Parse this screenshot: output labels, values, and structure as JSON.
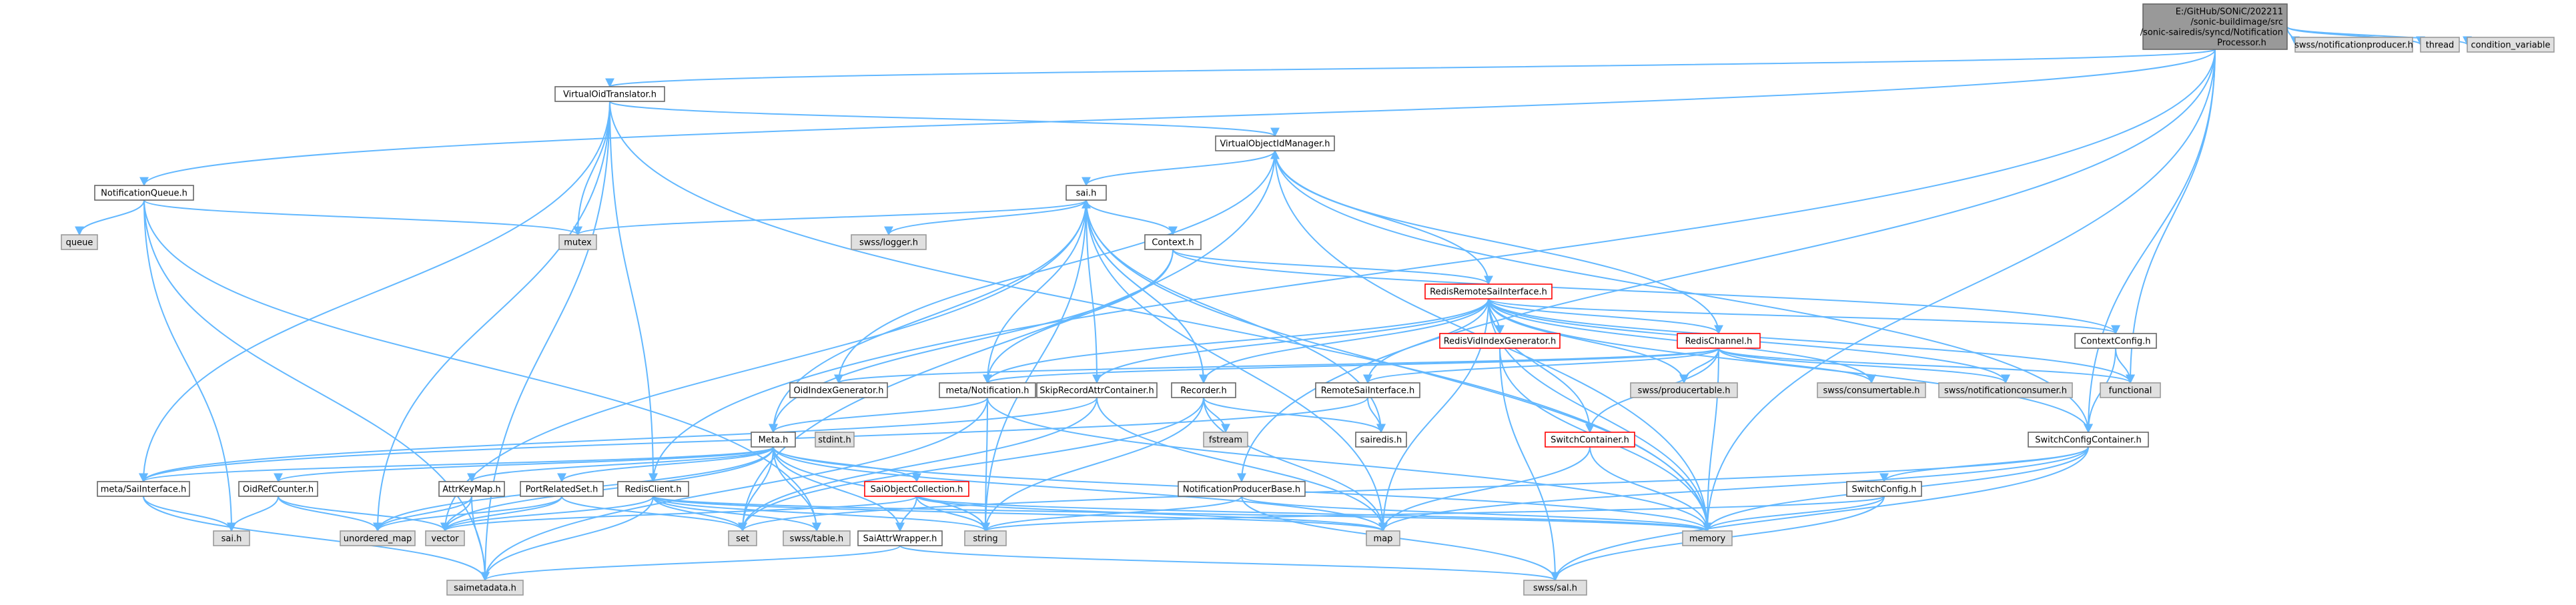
{
  "colors": {
    "edge": "#63b8ff",
    "node_border": "#666666",
    "node_fill": "#ffffff",
    "external_fill": "#e0e0e0",
    "incomplete_border": "#ff0000",
    "root_fill": "#999999"
  },
  "nodes": [
    {
      "id": "root",
      "kind": "root",
      "lines": [
        "E:/GitHub/SONiC/202211",
        "/sonic-buildimage/src",
        "/sonic-sairedis/syncd/Notification",
        "Processor.h"
      ]
    },
    {
      "id": "swss_notificationproducer",
      "kind": "ext",
      "lines": [
        "swss/notificationproducer.h"
      ]
    },
    {
      "id": "thread",
      "kind": "ext",
      "lines": [
        "thread"
      ]
    },
    {
      "id": "condition_variable",
      "kind": "ext",
      "lines": [
        "condition_variable"
      ]
    },
    {
      "id": "virtualoidtranslator",
      "kind": "std",
      "lines": [
        "VirtualOidTranslator.h"
      ]
    },
    {
      "id": "virtualobjectidmanager",
      "kind": "std",
      "lines": [
        "VirtualObjectIdManager.h"
      ]
    },
    {
      "id": "notificationqueue",
      "kind": "std",
      "lines": [
        "NotificationQueue.h"
      ]
    },
    {
      "id": "queue",
      "kind": "ext",
      "lines": [
        "queue"
      ]
    },
    {
      "id": "mutex",
      "kind": "ext",
      "lines": [
        "mutex"
      ]
    },
    {
      "id": "sai_main",
      "kind": "std",
      "lines": [
        "sai.h"
      ]
    },
    {
      "id": "swss_logger",
      "kind": "ext",
      "lines": [
        "swss/logger.h"
      ]
    },
    {
      "id": "context",
      "kind": "std",
      "lines": [
        "Context.h"
      ]
    },
    {
      "id": "redisremotesaiinterface",
      "kind": "red",
      "lines": [
        "RedisRemoteSaiInterface.h"
      ]
    },
    {
      "id": "redisvidindexgenerator",
      "kind": "red",
      "lines": [
        "RedisVidIndexGenerator.h"
      ]
    },
    {
      "id": "redischannel",
      "kind": "red",
      "lines": [
        "RedisChannel.h"
      ]
    },
    {
      "id": "contextconfig",
      "kind": "std",
      "lines": [
        "ContextConfig.h"
      ]
    },
    {
      "id": "functional",
      "kind": "ext",
      "lines": [
        "functional"
      ]
    },
    {
      "id": "swss_producertable",
      "kind": "ext",
      "lines": [
        "swss/producertable.h"
      ]
    },
    {
      "id": "swss_consumertable",
      "kind": "ext",
      "lines": [
        "swss/consumertable.h"
      ]
    },
    {
      "id": "swss_notificationconsumer",
      "kind": "ext",
      "lines": [
        "swss/notificationconsumer.h"
      ]
    },
    {
      "id": "oidindexgenerator",
      "kind": "std",
      "lines": [
        "OidIndexGenerator.h"
      ]
    },
    {
      "id": "meta_notification",
      "kind": "std",
      "lines": [
        "meta/Notification.h"
      ]
    },
    {
      "id": "skiprecordattrcontainer",
      "kind": "std",
      "lines": [
        "SkipRecordAttrContainer.h"
      ]
    },
    {
      "id": "recorder",
      "kind": "std",
      "lines": [
        "Recorder.h"
      ]
    },
    {
      "id": "remotesaiinterface",
      "kind": "std",
      "lines": [
        "RemoteSaiInterface.h"
      ]
    },
    {
      "id": "switchcontainer",
      "kind": "red",
      "lines": [
        "SwitchContainer.h"
      ]
    },
    {
      "id": "stdint",
      "kind": "ext",
      "lines": [
        "stdint.h"
      ]
    },
    {
      "id": "fstream",
      "kind": "ext",
      "lines": [
        "fstream"
      ]
    },
    {
      "id": "sairedis",
      "kind": "std",
      "lines": [
        "sairedis.h"
      ]
    },
    {
      "id": "switchconfigcontainer",
      "kind": "std",
      "lines": [
        "SwitchConfigContainer.h"
      ]
    },
    {
      "id": "meta",
      "kind": "std",
      "lines": [
        "Meta.h"
      ]
    },
    {
      "id": "meta_saiinterface",
      "kind": "std",
      "lines": [
        "meta/SaiInterface.h"
      ]
    },
    {
      "id": "oidrefcounter",
      "kind": "std",
      "lines": [
        "OidRefCounter.h"
      ]
    },
    {
      "id": "attrkeymap",
      "kind": "std",
      "lines": [
        "AttrKeyMap.h"
      ]
    },
    {
      "id": "portrelatedset",
      "kind": "std",
      "lines": [
        "PortRelatedSet.h"
      ]
    },
    {
      "id": "redisclient",
      "kind": "std",
      "lines": [
        "RedisClient.h"
      ]
    },
    {
      "id": "saiobjectcollection",
      "kind": "red",
      "lines": [
        "SaiObjectCollection.h"
      ]
    },
    {
      "id": "notificationproducerbase",
      "kind": "std",
      "lines": [
        "NotificationProducerBase.h"
      ]
    },
    {
      "id": "switchconfig",
      "kind": "std",
      "lines": [
        "SwitchConfig.h"
      ]
    },
    {
      "id": "sai_leaf",
      "kind": "ext",
      "lines": [
        "sai.h"
      ]
    },
    {
      "id": "unordered_map",
      "kind": "ext",
      "lines": [
        "unordered_map"
      ]
    },
    {
      "id": "vector",
      "kind": "ext",
      "lines": [
        "vector"
      ]
    },
    {
      "id": "set",
      "kind": "ext",
      "lines": [
        "set"
      ]
    },
    {
      "id": "swss_table",
      "kind": "ext",
      "lines": [
        "swss/table.h"
      ]
    },
    {
      "id": "string",
      "kind": "ext",
      "lines": [
        "string"
      ]
    },
    {
      "id": "map",
      "kind": "ext",
      "lines": [
        "map"
      ]
    },
    {
      "id": "memory",
      "kind": "ext",
      "lines": [
        "memory"
      ]
    },
    {
      "id": "saiattrwrapper",
      "kind": "std",
      "lines": [
        "SaiAttrWrapper.h"
      ]
    },
    {
      "id": "saimetadata",
      "kind": "ext",
      "lines": [
        "saimetadata.h"
      ]
    },
    {
      "id": "swss_sal",
      "kind": "ext",
      "lines": [
        "swss/sal.h"
      ]
    }
  ],
  "edges": [
    [
      "root",
      "swss_notificationproducer"
    ],
    [
      "root",
      "thread"
    ],
    [
      "root",
      "condition_variable"
    ],
    [
      "root",
      "virtualoidtranslator"
    ],
    [
      "root",
      "notificationqueue"
    ],
    [
      "root",
      "functional"
    ],
    [
      "root",
      "notificationproducerbase"
    ],
    [
      "root",
      "memory"
    ],
    [
      "root",
      "switchconfigcontainer"
    ],
    [
      "root",
      "redisclient"
    ],
    [
      "virtualoidtranslator",
      "virtualobjectidmanager"
    ],
    [
      "virtualoidtranslator",
      "mutex"
    ],
    [
      "virtualoidtranslator",
      "redisclient"
    ],
    [
      "virtualoidtranslator",
      "meta_saiinterface"
    ],
    [
      "virtualoidtranslator",
      "unordered_map"
    ],
    [
      "virtualoidtranslator",
      "memory"
    ],
    [
      "virtualoidtranslator",
      "saimetadata"
    ],
    [
      "virtualobjectidmanager",
      "sai_main"
    ],
    [
      "virtualobjectidmanager",
      "oidindexgenerator"
    ],
    [
      "virtualobjectidmanager",
      "switchconfigcontainer"
    ],
    [
      "virtualobjectidmanager",
      "set"
    ],
    [
      "virtualobjectidmanager",
      "memory"
    ],
    [
      "notificationqueue",
      "queue"
    ],
    [
      "notificationqueue",
      "mutex"
    ],
    [
      "notificationqueue",
      "sai_leaf"
    ],
    [
      "notificationqueue",
      "saimetadata"
    ],
    [
      "notificationqueue",
      "swss_table"
    ],
    [
      "sai_main",
      "mutex"
    ],
    [
      "sai_main",
      "swss_logger"
    ],
    [
      "sai_main",
      "context"
    ],
    [
      "sai_main",
      "meta_notification"
    ],
    [
      "sai_main",
      "recorder"
    ],
    [
      "sai_main",
      "meta"
    ],
    [
      "sai_main",
      "vector"
    ],
    [
      "sai_main",
      "string"
    ],
    [
      "sai_main",
      "map"
    ],
    [
      "sai_main",
      "memory"
    ],
    [
      "sai_main",
      "sairedis"
    ],
    [
      "context",
      "redisremotesaiinterface"
    ],
    [
      "context",
      "contextconfig"
    ],
    [
      "context",
      "meta_notification"
    ],
    [
      "context",
      "meta"
    ],
    [
      "redisremotesaiinterface",
      "redisvidindexgenerator"
    ],
    [
      "redisremotesaiinterface",
      "redischannel"
    ],
    [
      "redisremotesaiinterface",
      "virtualobjectidmanager"
    ],
    [
      "redisremotesaiinterface",
      "remotesaiinterface"
    ],
    [
      "redisremotesaiinterface",
      "skiprecordattrcontainer"
    ],
    [
      "redisremotesaiinterface",
      "recorder"
    ],
    [
      "redisremotesaiinterface",
      "switchcontainer"
    ],
    [
      "redisremotesaiinterface",
      "contextconfig"
    ],
    [
      "redisremotesaiinterface",
      "swss_producertable"
    ],
    [
      "redisremotesaiinterface",
      "swss_consumertable"
    ],
    [
      "redisremotesaiinterface",
      "swss_notificationconsumer"
    ],
    [
      "redisremotesaiinterface",
      "functional"
    ],
    [
      "redisremotesaiinterface",
      "map"
    ],
    [
      "redisremotesaiinterface",
      "memory"
    ],
    [
      "redisremotesaiinterface",
      "meta_notification"
    ],
    [
      "redisremotesaiinterface",
      "switchconfigcontainer"
    ],
    [
      "redisvidindexgenerator",
      "memory"
    ],
    [
      "redisvidindexgenerator",
      "swss_sal"
    ],
    [
      "redischannel",
      "swss_producertable"
    ],
    [
      "redischannel",
      "swss_consumertable"
    ],
    [
      "redischannel",
      "swss_notificationconsumer"
    ],
    [
      "redischannel",
      "functional"
    ],
    [
      "redischannel",
      "memory"
    ],
    [
      "redischannel",
      "oidindexgenerator"
    ],
    [
      "redischannel",
      "meta_notification"
    ],
    [
      "redischannel",
      "remotesaiinterface"
    ],
    [
      "redischannel",
      "switchcontainer"
    ],
    [
      "redischannel",
      "virtualobjectidmanager"
    ],
    [
      "contextconfig",
      "switchconfigcontainer"
    ],
    [
      "contextconfig",
      "functional"
    ],
    [
      "meta_notification",
      "meta"
    ],
    [
      "meta_notification",
      "string"
    ],
    [
      "meta_notification",
      "memory"
    ],
    [
      "meta_notification",
      "saimetadata"
    ],
    [
      "skiprecordattrcontainer",
      "sai_main"
    ],
    [
      "skiprecordattrcontainer",
      "set"
    ],
    [
      "skiprecordattrcontainer",
      "map"
    ],
    [
      "skiprecordattrcontainer",
      "meta_saiinterface"
    ],
    [
      "recorder",
      "sai_main"
    ],
    [
      "recorder",
      "fstream"
    ],
    [
      "recorder",
      "string"
    ],
    [
      "recorder",
      "set"
    ],
    [
      "recorder",
      "map"
    ],
    [
      "recorder",
      "sairedis"
    ],
    [
      "remotesaiinterface",
      "meta_saiinterface"
    ],
    [
      "remotesaiinterface",
      "sairedis"
    ],
    [
      "switchcontainer",
      "map"
    ],
    [
      "switchcontainer",
      "memory"
    ],
    [
      "switchconfigcontainer",
      "switchconfig"
    ],
    [
      "switchconfigcontainer",
      "set"
    ],
    [
      "switchconfigcontainer",
      "map"
    ],
    [
      "switchconfigcontainer",
      "memory"
    ],
    [
      "switchconfigcontainer",
      "swss_sal"
    ],
    [
      "switchconfig",
      "memory"
    ],
    [
      "switchconfig",
      "swss_sal"
    ],
    [
      "switchconfig",
      "string"
    ],
    [
      "meta",
      "meta_saiinterface"
    ],
    [
      "meta",
      "oidrefcounter"
    ],
    [
      "meta",
      "attrkeymap"
    ],
    [
      "meta",
      "portrelatedset"
    ],
    [
      "meta",
      "saiobjectcollection"
    ],
    [
      "meta",
      "saiattrwrapper"
    ],
    [
      "meta",
      "set"
    ],
    [
      "meta",
      "vector"
    ],
    [
      "meta",
      "string"
    ],
    [
      "meta",
      "memory"
    ],
    [
      "meta",
      "swss_table"
    ],
    [
      "meta",
      "map"
    ],
    [
      "meta",
      "unordered_map"
    ],
    [
      "meta_saiinterface",
      "sai_leaf"
    ],
    [
      "meta_saiinterface",
      "saimetadata"
    ],
    [
      "oidrefcounter",
      "sai_leaf"
    ],
    [
      "oidrefcounter",
      "unordered_map"
    ],
    [
      "oidrefcounter",
      "vector"
    ],
    [
      "attrkeymap",
      "vector"
    ],
    [
      "attrkeymap",
      "saimetadata"
    ],
    [
      "attrkeymap",
      "unordered_map"
    ],
    [
      "portrelatedset",
      "vector"
    ],
    [
      "portrelatedset",
      "set"
    ],
    [
      "portrelatedset",
      "unordered_map"
    ],
    [
      "redisclient",
      "swss_table"
    ],
    [
      "redisclient",
      "vector"
    ],
    [
      "redisclient",
      "set"
    ],
    [
      "redisclient",
      "map"
    ],
    [
      "redisclient",
      "string"
    ],
    [
      "redisclient",
      "memory"
    ],
    [
      "redisclient",
      "saimetadata"
    ],
    [
      "saiobjectcollection",
      "saiattrwrapper"
    ],
    [
      "saiobjectcollection",
      "string"
    ],
    [
      "saiobjectcollection",
      "map"
    ],
    [
      "saiobjectcollection",
      "memory"
    ],
    [
      "saiobjectcollection",
      "vector"
    ],
    [
      "saiattrwrapper",
      "saimetadata"
    ],
    [
      "saiattrwrapper",
      "swss_sal"
    ],
    [
      "notificationproducerbase",
      "string"
    ],
    [
      "notificationproducerbase",
      "memory"
    ],
    [
      "notificationproducerbase",
      "swss_sal"
    ]
  ]
}
